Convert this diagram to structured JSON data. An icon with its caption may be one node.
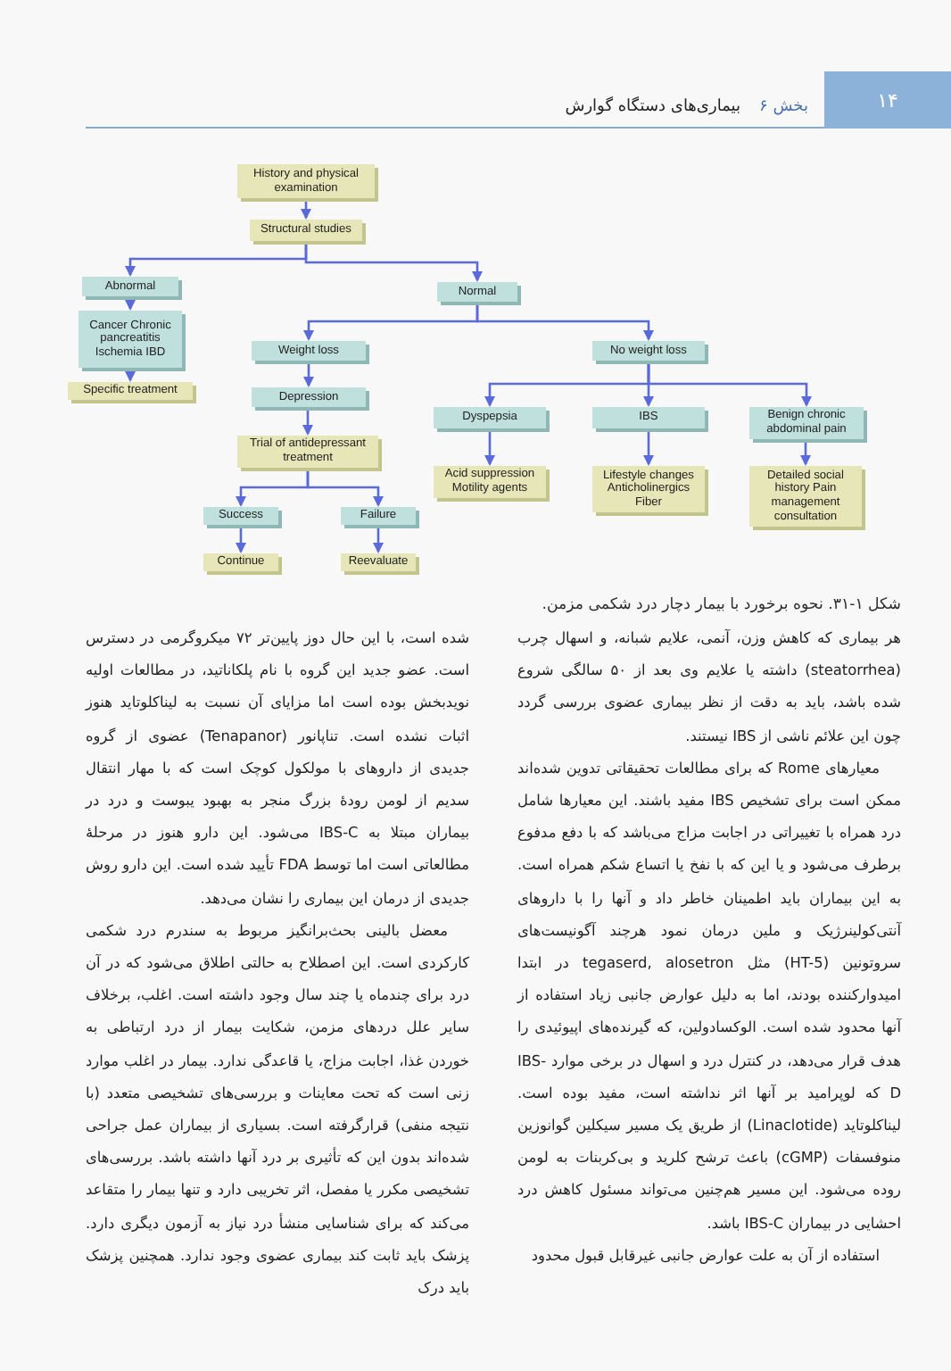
{
  "diagram": {
    "caption": "شکل ۱-۳۱. نحوه برخورد با بیمار دچار درد شکمی مزمن.",
    "nodes": [
      {
        "text": [
          "History and physical examination"
        ]
      },
      {
        "text": [
          "Structural studies"
        ]
      },
      {
        "text": [
          "Abnormal"
        ]
      },
      {
        "text": [
          "Cancer Chronic pancreatitis Ischemia IBD"
        ]
      },
      {
        "text": [
          "Specific treatment"
        ]
      },
      {
        "text": [
          "Normal"
        ]
      },
      {
        "text": [
          "Weight loss"
        ]
      },
      {
        "text": [
          "No weight loss"
        ]
      },
      {
        "text": [
          "Depression"
        ]
      },
      {
        "text": [
          "Trial of antidepressant treatment"
        ]
      },
      {
        "text": [
          "Dyspepsia"
        ]
      },
      {
        "text": [
          "IBS"
        ]
      },
      {
        "text": [
          "Benign chronic abdominal pain"
        ]
      },
      {
        "text": [
          "Acid suppression Motility agents"
        ]
      },
      {
        "text": [
          "Lifestyle changes Anticholinergics Fiber"
        ]
      },
      {
        "text": [
          "Detailed social history Pain management consultation"
        ]
      },
      {
        "text": [
          "Success"
        ]
      },
      {
        "text": [
          "Failure"
        ]
      },
      {
        "text": [
          "Continue"
        ]
      },
      {
        "text": [
          "Reevaluate"
        ]
      }
    ],
    "edges": [
      {
        "from": 0,
        "to": 1,
        "arrow": "to"
      },
      {
        "from": 1,
        "to": 2,
        "arrow": "to"
      },
      {
        "from": 1,
        "to": 5,
        "arrow": "to"
      },
      {
        "from": 2,
        "to": 3,
        "arrow": "to"
      },
      {
        "from": 3,
        "to": 4,
        "arrow": "to"
      },
      {
        "from": 5,
        "to": 6,
        "arrow": "to"
      },
      {
        "from": 5,
        "to": 7,
        "arrow": "to"
      },
      {
        "from": 6,
        "to": 8,
        "arrow": "to"
      },
      {
        "from": 8,
        "to": 9,
        "arrow": "to"
      },
      {
        "from": 9,
        "to": 16,
        "arrow": "to"
      },
      {
        "from": 9,
        "to": 17,
        "arrow": "to"
      },
      {
        "from": 7,
        "to": 10,
        "arrow": "to"
      },
      {
        "from": 7,
        "to": 11,
        "arrow": "to"
      },
      {
        "from": 7,
        "to": 12,
        "arrow": "to"
      },
      {
        "from": 10,
        "to": 13,
        "arrow": "to"
      },
      {
        "from": 11,
        "to": 14,
        "arrow": "to"
      },
      {
        "from": 12,
        "to": 15,
        "arrow": "to"
      },
      {
        "from": 16,
        "to": 18,
        "arrow": "to"
      },
      {
        "from": 17,
        "to": 19,
        "arrow": "to"
      }
    ],
    "labels": [
      "۱۴",
      "بخش ۶",
      "بیماری‌های دستگاه گوارش",
      "هر بیماری که کاهش وزن، آنمی، علایم شبانه، و اسهال چرب (steatorrhea) داشته یا علایم وی بعد از ۵۰ سالگی شروع شده باشد، باید به دقت از نظر بیماری عضوی بررسی گردد چون این علائم ناشی از IBS نیستند.",
      "معیارهای Rome که برای مطالعات تحقیقاتی تدوین شده‌اند ممکن است برای تشخیص IBS مفید باشند. این معیارها شامل درد همراه با تغییراتی در اجابت مزاج می‌باشد که با دفع مدفوع برطرف می‌شود و یا این که با نفخ یا اتساع شکم همراه است. به این بیماران باید اطمینان خاطر داد و آنها را با داروهای آنتی‌کولینرژیک و ملین درمان نمود هرچند آگونیست‌های سروتونین (HT-5) مثل tegaserd, alosetron در ابتدا امیدوارکننده بودند، اما به دلیل عوارض جانبی زیاد استفاده از آنها محدود شده است. الوکسادولین، که گیرنده‌های اپیوئیدی را هدف قرار می‌دهد، در کنترل درد و اسهال در برخی موارد IBS-D که لوپرامید بر آنها اثر نداشته است، مفید بوده است. لیناکلوتاید (Linaclotide) از طریق یک مسیر سیکلین گوانوزین منوفسفات (cGMP) باعث ترشح کلرید و بی‌کربنات به لومن روده می‌شود. این مسیر هم‌چنین می‌تواند مسئول کاهش درد احشایی در بیماران IBS-C باشد.",
      "استفاده از آن به علت عوارض جانبی غیرقابل قبول محدود",
      "شده است، با این حال دوز پایین‌تر ۷۲ میکروگرمی در دسترس است. عضو جدید این گروه با نام پلکاناتید، در مطالعات اولیه نویدبخش بوده است اما مزایای آن نسبت به لیناکلوتاید هنوز اثبات نشده است. تناپانور (Tenapanor) عضوی از گروه جدیدی از داروهای با مولکول کوچک است که با مهار انتقال سدیم از لومن رودهٔ بزرگ منجر به بهبود یبوست و درد در بیماران مبتلا به IBS-C می‌شود. این دارو هنوز در مرحلهٔ مطالعاتی است اما توسط FDA تأیید شده است. این دارو روش جدیدی از درمان این بیماری را نشان می‌دهد.",
      "معضل بالینی بحث‌برانگیز مربوط به سندرم درد شکمی کارکردی است. این اصطلاح به حالتی اطلاق می‌شود که در آن درد برای چندماه یا چند سال وجود داشته است. اغلب، برخلاف سایر علل دردهای مزمن، شکایت بیمار از درد ارتباطی به خوردن غذا، اجابت مزاج، یا قاعدگی ندارد. بیمار در اغلب موارد زنی است که تحت معاینات و بررسی‌های تشخیصی متعدد (با نتیجه منفی) قرارگرفته است. بسیاری از بیماران عمل جراحی شده‌اند بدون این که تأثیری بر درد آنها داشته باشد. بررسی‌های تشخیصی مکرر یا مفصل، اثر تخریبی دارد و تنها بیمار را متقاعد می‌کند که برای شناسایی منشأ درد نیاز به آزمون دیگری دارد. پزشک باید ثابت کند بیماری عضوی وجود ندارد. همچنین پزشک باید درک"
    ]
  }
}
